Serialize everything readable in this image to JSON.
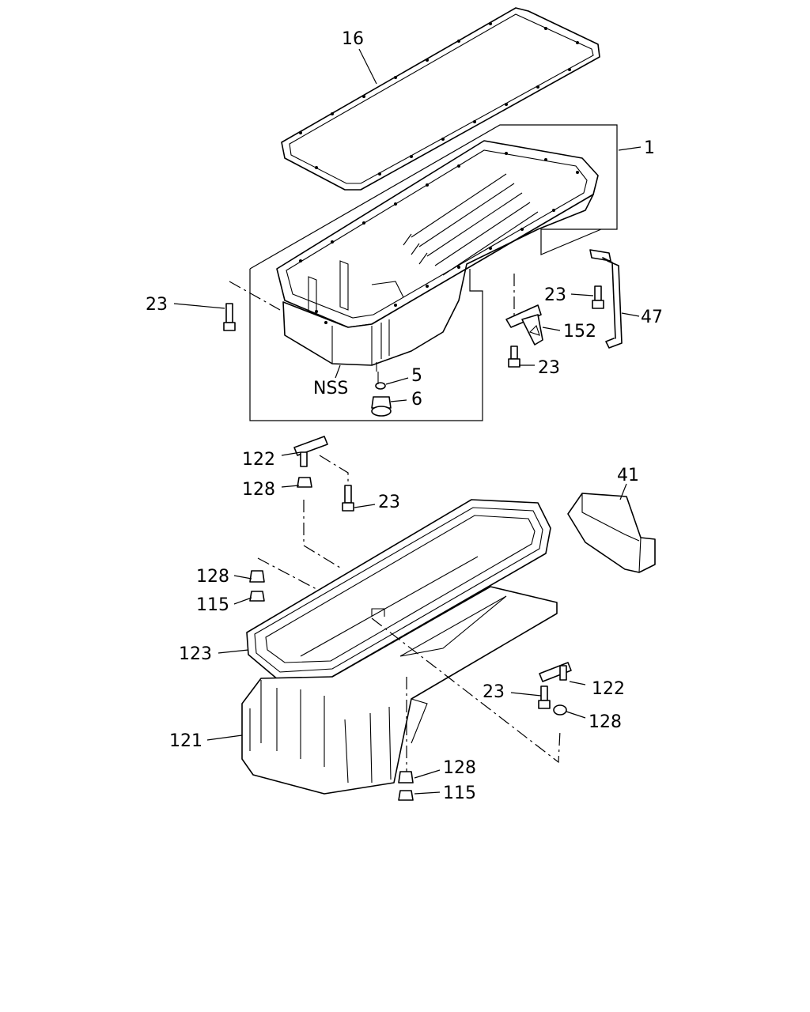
{
  "diagram": {
    "callouts": {
      "c16": "16",
      "c1": "1",
      "c23_left": "23",
      "c23_mid": "23",
      "c47": "47",
      "c152": "152",
      "c23_bottom": "23",
      "c5": "5",
      "c6": "6",
      "nss": "NSS",
      "c122_top": "122",
      "c128_top": "128",
      "c23_lower": "23",
      "c41": "41",
      "c128_left": "128",
      "c115_left": "115",
      "c123": "123",
      "c23_right": "23",
      "c122_right": "122",
      "c128_right": "128",
      "c121": "121",
      "c128_bottom": "128",
      "c115_bottom": "115"
    }
  }
}
